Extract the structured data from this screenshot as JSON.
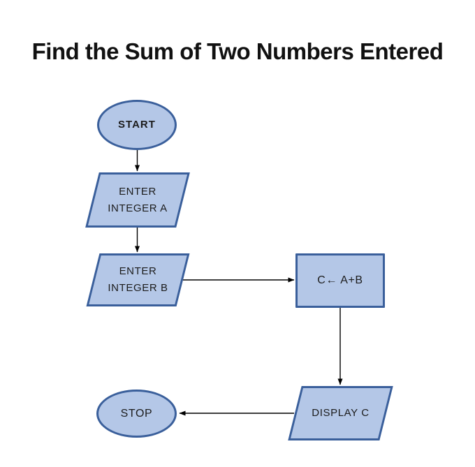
{
  "title": "Find the Sum of Two Numbers Entered",
  "colors": {
    "background": "#ffffff",
    "shape_fill": "#b4c7e7",
    "shape_border": "#3a5f9b",
    "connector": "#000000",
    "text": "#1c1c1c"
  },
  "nodes": {
    "start": {
      "type": "terminator",
      "label": "START"
    },
    "input_a": {
      "type": "parallelogram",
      "line1": "ENTER",
      "line2": "INTEGER A"
    },
    "input_b": {
      "type": "parallelogram",
      "line1": "ENTER",
      "line2": "INTEGER B"
    },
    "process": {
      "type": "rectangle",
      "label": "C← A+B"
    },
    "output": {
      "type": "parallelogram",
      "label": "DISPLAY C"
    },
    "stop": {
      "type": "terminator",
      "label": "STOP"
    }
  },
  "connectors": [
    {
      "from": "start",
      "to": "input_a",
      "direction": "down"
    },
    {
      "from": "input_a",
      "to": "input_b",
      "direction": "down"
    },
    {
      "from": "input_b",
      "to": "process",
      "direction": "right"
    },
    {
      "from": "process",
      "to": "output",
      "direction": "down"
    },
    {
      "from": "output",
      "to": "stop",
      "direction": "left"
    }
  ]
}
